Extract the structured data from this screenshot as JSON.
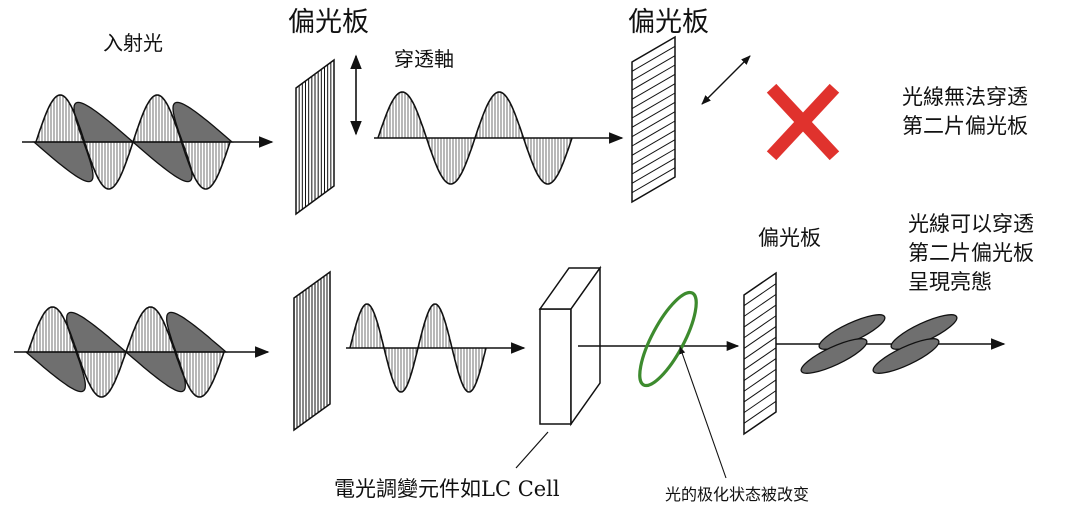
{
  "labels": {
    "incident_light": "入射光",
    "polarizer_1": "偏光板",
    "polarizer_2": "偏光板",
    "polarizer_3": "偏光板",
    "transmission_axis": "穿透軸",
    "blocked_line1": "光線無法穿透",
    "blocked_line2": "第二片偏光板",
    "pass_line1": "光線可以穿透",
    "pass_line2": "第二片偏光板",
    "pass_line3": "呈現亮態",
    "modulator": "電光調變元件如LC Cell",
    "state_changed": "光的极化状态被改变"
  },
  "colors": {
    "cross": "#e0322d",
    "ellipse": "#3d8b2e",
    "wave_fill": "#6f6f6f",
    "line": "#111111"
  },
  "icons": {
    "blocked": "red-x-icon"
  }
}
